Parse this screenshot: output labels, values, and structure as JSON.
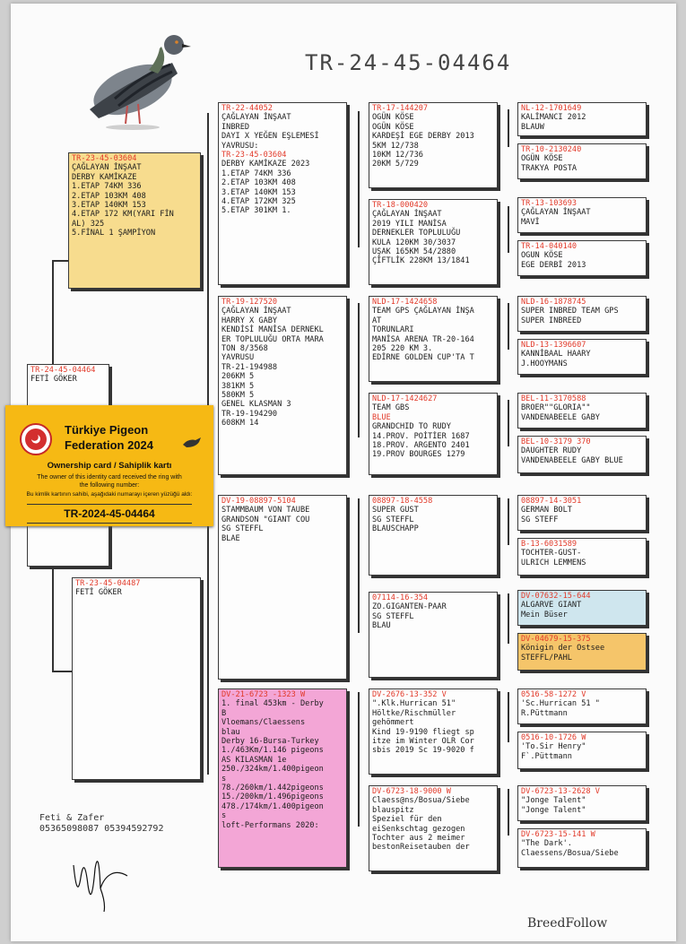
{
  "page_title": "TR-24-45-04464",
  "brand": "BreedFollow",
  "owner_block": {
    "name": "Feti & Zafer",
    "phones": "05365098087 05394592792"
  },
  "pigeon_caption": "Pigeon photo",
  "card": {
    "title_line1": "Türkiye Pigeon",
    "title_line2": "Federation 2024",
    "subtitle": "Ownership card / Sahiplik kartı",
    "text_en1": "The owner of this identity card received the ring with",
    "text_en2": "the following number:",
    "text_tr": "Bu kimlik kartının sahibi, aşağıdaki numarayı içeren yüzüğü aldı:",
    "ring": "TR-2024-45-04464"
  },
  "boxes": {
    "main": {
      "id": "TR-24-45-04464",
      "lines": [
        "FETİ GÖKER"
      ]
    },
    "sire": {
      "id": "TR-23-45-03604",
      "lines": [
        "ÇAĞLAYAN İNŞAAT",
        "DERBY KAMİKAZE",
        "1.ETAP 74KM  336",
        "2.ETAP 103KM 408",
        "3.ETAP 140KM 153",
        "4.ETAP 172 KM(YARI FİN",
        "AL) 325",
        "5.FİNAL 1 ŞAMPİYON"
      ]
    },
    "dam": {
      "id": "TR-23-45-04487",
      "lines": [
        "FETİ GÖKER"
      ]
    },
    "ss": {
      "id": "TR-22-44052",
      "lines": [
        "ÇAĞLAYAN İNŞAAT",
        "INBRED",
        "DAYI X YEĞEN EŞLEMESİ",
        "YAVRUSU:",
        "TR-23-45-03604",
        "DERBY KAMİKAZE 2023",
        "1.ETAP 74KM  336",
        "2.ETAP 103KM 408",
        "3.ETAP 140KM 153",
        "4.ETAP 172KM 325",
        "5.ETAP 301KM 1."
      ]
    },
    "sd": {
      "id": "TR-19-127520",
      "lines": [
        "ÇAĞLAYAN İNŞAAT",
        "HARRY X GABY",
        "KENDİSİ MANİSA DERNEKL",
        "ER TOPLULUĞU ORTA MARA",
        "TON 8/3568",
        "",
        "YAVRUSU",
        "TR-21-194988",
        "206KM  5",
        "381KM  5",
        "580KM  5",
        "GENEL KLASMAN 3",
        "",
        "TR-19-194290",
        "608KM  14"
      ]
    },
    "ds": {
      "id": "DV-19-08897-5104",
      "lines": [
        "STAMMBAUM VON TAUBE",
        "GRANDSON \"GIANT COU",
        "SG STEFFL",
        "BLAE"
      ]
    },
    "dd": {
      "id": "DV-21-6723 -1323 W",
      "lines": [
        "1. final 453km - Derby",
        "  B",
        "Vloemans/Claessens",
        "blau",
        "Derby 16-Bursa-Turkey",
        "1./463Km/1.146 pigeons",
        "AS KILASMAN 1e",
        "250./324km/1.400pigeon",
        "s",
        "78./260km/1.442pigeons",
        "15./200km/1.496pigeons",
        "478./174km/1.400pigeon",
        "s",
        "",
        "loft-Performans 2020:"
      ]
    },
    "sss": {
      "id": "TR-17-144207",
      "lines": [
        "OGÜN KÖSE",
        "OGÜN KÖSE",
        "KARDEŞİ EGE DERBY 2013",
        "5KM    12/738",
        "10KM   12/736",
        "20KM   5/729"
      ]
    },
    "ssd": {
      "id": "TR-18-000420",
      "lines": [
        "ÇAĞLAYAN İNŞAAT",
        "2019 YILI MANİSA",
        "DERNEKLER TOPLULUĞU",
        "KULA 120KM 30/3037",
        "UŞAK 165KM 54/2880",
        "ÇİFTLİK 228KM 13/1841"
      ]
    },
    "sds": {
      "id": "NLD-17-1424658",
      "lines": [
        "TEAM GPS ÇAĞLAYAN İNŞA",
        "AT",
        "TORUNLARI",
        "MANİSA ARENA TR-20-164",
        "205 220 KM 3.",
        "EDİRNE GOLDEN CUP'TA T"
      ]
    },
    "sdd": {
      "id": "NLD-17-1424627",
      "lines": [
        "TEAM GBS",
        "BLUE",
        "GRANDCHID TO RUDY",
        "14.PROV. POİTİER 1687",
        "18.PROV. ARGENTO 2401",
        "19.PROV BOURGES 1279"
      ]
    },
    "dss": {
      "id": "08897-18-4558",
      "lines": [
        "SUPER GUST",
        "SG STEFFL",
        "BLAUSCHAPP"
      ]
    },
    "dsd": {
      "id": "07114-16-354",
      "lines": [
        "ZO.GIGANTEN-PAAR",
        "SG STEFFL",
        "BLAU"
      ]
    },
    "dds": {
      "id": "DV-2676-13-352 V",
      "lines": [
        "\".Klk.Hurrican 51\"",
        "Höltke/Rischmüller",
        "gehömmert",
        "Kind 19-9190 fliegt sp",
        "itze im Winter OLR Cor",
        "sbis 2019 Sc 19-9020 f"
      ]
    },
    "ddd": {
      "id": "DV-6723-18-9000 W",
      "lines": [
        "Claess@ns/Bosua/Siebe",
        "blauspitz",
        "Speziel für den",
        "eiSenkschtag gezogen",
        "Tochter aus 2 meimer",
        "bestonReisetauben der"
      ]
    },
    "g1": {
      "id": "NL-12-1701649",
      "lines": [
        "KALİMANCI 2012",
        "BLAUW"
      ]
    },
    "g2": {
      "id": "TR-10-2130240",
      "lines": [
        "OGÜN KÖSE",
        "TRAKYA POSTA"
      ]
    },
    "g3": {
      "id": "TR-13-103693",
      "lines": [
        "ÇAĞLAYAN İNŞAAT",
        "MAVİ"
      ]
    },
    "g4": {
      "id": "TR-14-040140",
      "lines": [
        "OGUN KÖSE",
        "EGE DERBİ 2013"
      ]
    },
    "g5": {
      "id": "NLD-16-1878745",
      "lines": [
        "SUPER INBRED TEAM GPS",
        "SUPER INBREED"
      ]
    },
    "g6": {
      "id": "NLD-13-1396607",
      "lines": [
        "KANNİBAAL HAARY",
        "J.HOOYMANS"
      ]
    },
    "g7": {
      "id": "BEL-11-3170588",
      "lines": [
        "BROER\"\"GLORIA\"\"",
        "VANDENABEELE GABY"
      ]
    },
    "g8": {
      "id": "BEL-10-3179 370",
      "lines": [
        "DAUGHTER RUDY",
        "VANDENABEELE GABY BLUE"
      ]
    },
    "g9": {
      "id": "08897-14-3051",
      "lines": [
        "GERMAN BOLT",
        "SG STEFF"
      ]
    },
    "g10": {
      "id": "B-13-6031589",
      "lines": [
        "TOCHTER-GUST-",
        "ULRICH LEMMENS"
      ]
    },
    "g11": {
      "id": "DV-07632-15-644",
      "lines": [
        "ALGARVE GIANT",
        "Mein Büser"
      ]
    },
    "g12": {
      "id": "DV-04679-15-375",
      "lines": [
        "Königin der Ostsee",
        "STEFFL/PAHL"
      ]
    },
    "g13": {
      "id": "0516-58-1272 V",
      "lines": [
        "'Sc.Hurrican 51 \"",
        "R.Püttmann"
      ]
    },
    "g14": {
      "id": "0516-10-1726 W",
      "lines": [
        "'To.Sir Henry\"",
        "F`.Püttmann"
      ]
    },
    "g15": {
      "id": "DV-6723-13-2628 V",
      "lines": [
        "\"Jonge Talent\"",
        "\"Jonge Talent\""
      ]
    },
    "g16": {
      "id": "DV-6723-15-141 W",
      "lines": [
        "\"The Dark'.",
        "Claessens/Bosua/Siebe"
      ]
    }
  }
}
